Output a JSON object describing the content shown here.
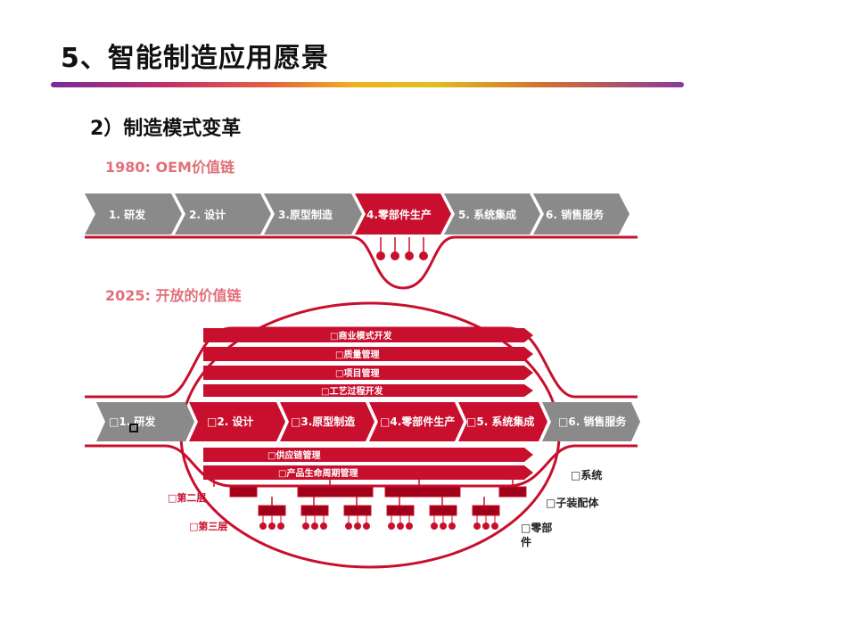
{
  "slide": {
    "title": "5、智能制造应用愿景",
    "subtitle": "2）制造模式变革"
  },
  "diagram": {
    "top_heading": "1980: OEM价值链",
    "top_chain": [
      "1. 研发",
      "2. 设计",
      "3.原型制造",
      "4.零部件生产",
      "5. 系统集成",
      "6. 销售服务"
    ],
    "bottom_heading": "2025: 开放的价值链",
    "upper_bars": [
      "□商业模式开发",
      "□质量管理",
      "□项目管理",
      "□工艺过程开发"
    ],
    "bottom_chain": [
      "□1. 研发",
      "□2. 设计",
      "□3.原型制造",
      "□4.零部件生产",
      "□5. 系统集成",
      "□6. 销售服务"
    ],
    "lower_bars": [
      "□供应链管理",
      "□产品生命周期管理"
    ],
    "right_labels": [
      "□系统",
      "□子装配体",
      "□零部件"
    ],
    "left_labels": [
      "□第二层",
      "□第三层"
    ],
    "colors": {
      "red": "#c8102e",
      "dark_red": "#a00018",
      "gray": "#8a8a8a",
      "heading": "#e0707a"
    }
  }
}
